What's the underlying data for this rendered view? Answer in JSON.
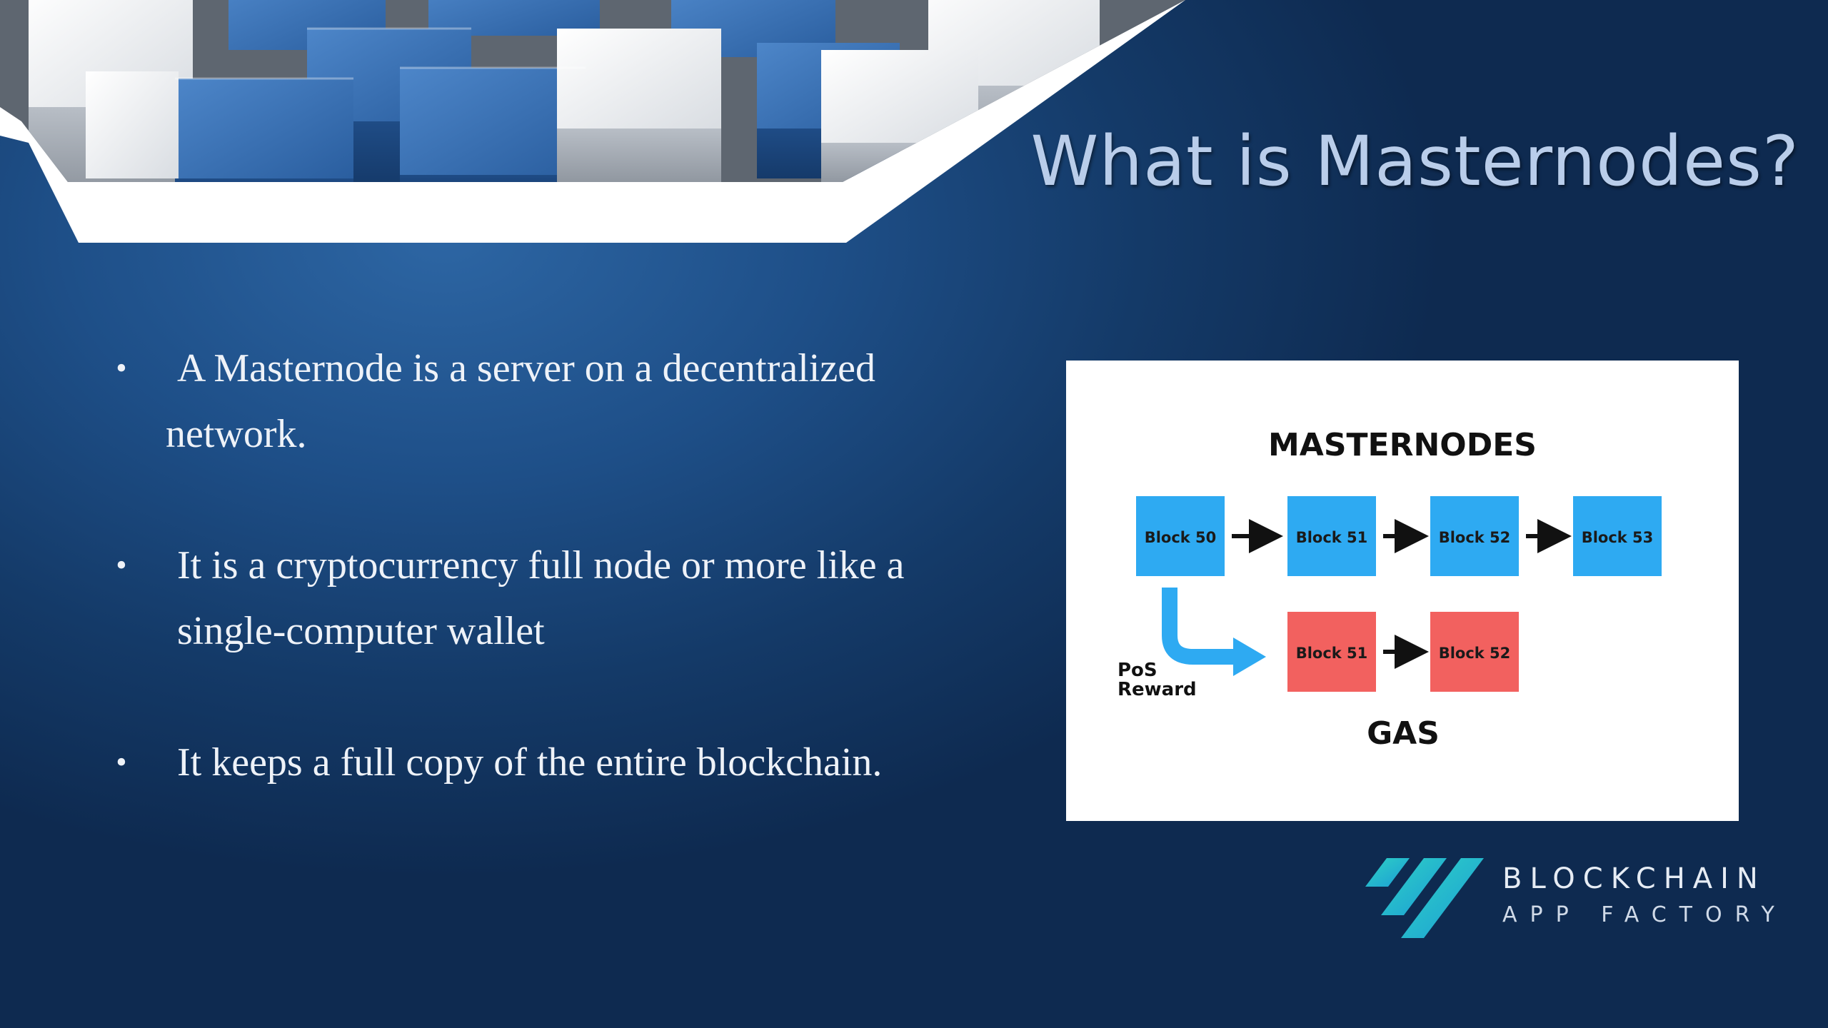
{
  "slide": {
    "title": "What is Masternodes?",
    "bullets": [
      {
        "line1": "A Masternode is a server on a decentralized",
        "line2": "network."
      },
      {
        "line1": "It is a cryptocurrency full node or more like a",
        "line2": "single-computer wallet"
      },
      {
        "line1": "It keeps a full copy of  the entire blockchain.",
        "line2": ""
      }
    ],
    "bullet_symbol": "•"
  },
  "diagram": {
    "heading": "MASTERNODES",
    "top_row": [
      "Block 50",
      "Block 51",
      "Block 52",
      "Block 53"
    ],
    "bottom_row": [
      "Block 51",
      "Block 52"
    ],
    "reward_label_1": "PoS",
    "reward_label_2": "Reward",
    "bottom_label": "GAS",
    "colors": {
      "blue_block": "#2eaaf2",
      "red_block": "#f2615f",
      "arrow": "#111111",
      "reward_arrow": "#2eaaf2"
    }
  },
  "logo": {
    "line1": "BLOCKCHAIN",
    "line2": "APP FACTORY",
    "colors": {
      "mark_start": "#2fd3c4",
      "mark_end": "#1b9cd6"
    }
  }
}
